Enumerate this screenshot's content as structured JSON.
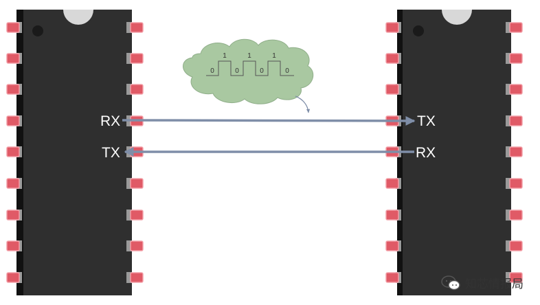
{
  "labels": {
    "left_upper": "RX",
    "left_lower": "TX",
    "right_upper": "TX",
    "right_lower": "RX"
  },
  "bits": [
    "0",
    "1",
    "0",
    "1",
    "0",
    "1",
    "0"
  ],
  "watermark": {
    "text": "知芯情报局",
    "icon": "wechat-icon"
  },
  "colors": {
    "chip_body": "#2f2f2f",
    "pin": "#e05a66",
    "arrow": "#7f8ea8",
    "cloud": "#a9c8a1"
  }
}
